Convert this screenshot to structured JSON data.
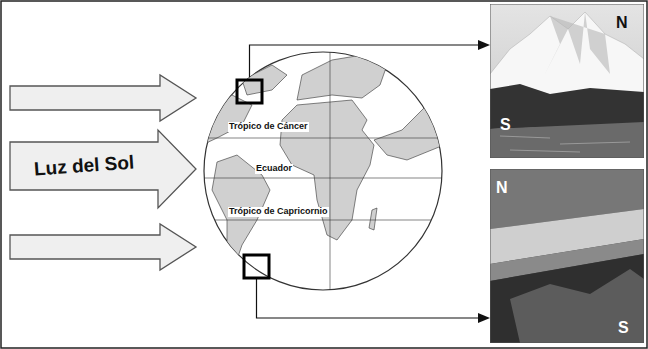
{
  "diagram": {
    "nodes": [
      {
        "text": [
          "Luz del Sol"
        ]
      },
      {
        "text": [
          "Trópico de Cáncer",
          "Ecuador",
          "Trópico de Capricornio"
        ]
      },
      {
        "text": [
          "N",
          "S"
        ]
      },
      {
        "text": [
          "N",
          "S"
        ]
      }
    ],
    "edges": [
      {
        "from": 1,
        "to": 2,
        "arrow": "to"
      },
      {
        "from": 1,
        "to": 3,
        "arrow": "to"
      }
    ]
  }
}
